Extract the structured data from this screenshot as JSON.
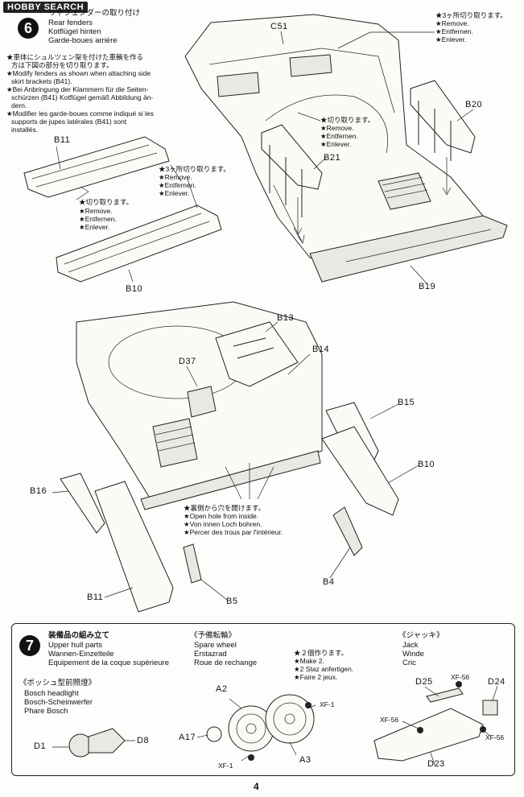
{
  "watermark": "HOBBY SEARCH",
  "page_number": "4",
  "step6": {
    "number": "6",
    "title_jp": "リヤフェンダーの取り付け",
    "title_en": "Rear fenders",
    "title_de": "Kotflügel hinten",
    "title_fr": "Garde-boues arrière",
    "note_jp1": "★車体にシュルツェン架を付けた車輌を作る",
    "note_jp2": "方は下図の部分を切り取ります。",
    "note_en1": "★Modify fenders as shown when attaching side",
    "note_en2": "skirt brackets (B41).",
    "note_de1": "★Bei Anbringung der Klammern für die Seiten-",
    "note_de2": "schürzen (B41) Kotflügel gemäß Abbildung än-",
    "note_de3": "dern.",
    "note_fr1": "★Modifier les garde-boues comme indiqué si les",
    "note_fr2": "supports de jupes latérales (B41) sont",
    "note_fr3": "installés.",
    "cut_three_jp": "★3ヶ所切り取ります。",
    "cut_jp": "★切り取ります。",
    "remove_en": "★Remove.",
    "remove_de": "★Entfernen.",
    "remove_fr": "★Enlever.",
    "hole_jp": "★裏側から穴を開けます。",
    "hole_en": "★Open hole from inside.",
    "hole_de": "★Von innen Loch bohren.",
    "hole_fr": "★Percer des trous par l'intérieur.",
    "parts": {
      "c51": "C51",
      "b20": "B20",
      "b21": "B21",
      "b19": "B19",
      "b11a": "B11",
      "b10a": "B10",
      "b13": "B13",
      "b14": "B14",
      "d37": "D37",
      "b15": "B15",
      "b10b": "B10",
      "b16": "B16",
      "b11b": "B11",
      "b5": "B5",
      "b4": "B4"
    }
  },
  "step7": {
    "number": "7",
    "title_jp": "装備品の組み立て",
    "title_en": "Upper hull parts",
    "title_de": "Wannen-Einzelteile",
    "title_fr": "Equipement de la coque supérieure",
    "headlight_jp": "《ボッシュ型前照燈》",
    "headlight_en": "Bosch headlight",
    "headlight_de": "Bosch-Scheinwerfer",
    "headlight_fr": "Phare Bosch",
    "spare_jp": "《予備転輪》",
    "spare_en": "Spare wheel",
    "spare_de": "Erstazrad",
    "spare_fr": "Roue de rechange",
    "make2_jp": "★２個作ります。",
    "make2_en": "★Make 2.",
    "make2_de": "★2 Staz anfertigen.",
    "make2_fr": "★Faire 2 jeux.",
    "jack_jp": "《ジャッキ》",
    "jack_en": "Jack",
    "jack_de": "Winde",
    "jack_fr": "Cric",
    "parts": {
      "d1": "D1",
      "d8": "D8",
      "a2": "A2",
      "a17": "A17",
      "a3": "A3",
      "xf1a": "XF-1",
      "xf1b": "XF-1",
      "d25": "D25",
      "d24": "D24",
      "d23": "D23",
      "xf56a": "XF-56",
      "xf56b": "XF-56",
      "xf56c": "XF-56"
    }
  }
}
